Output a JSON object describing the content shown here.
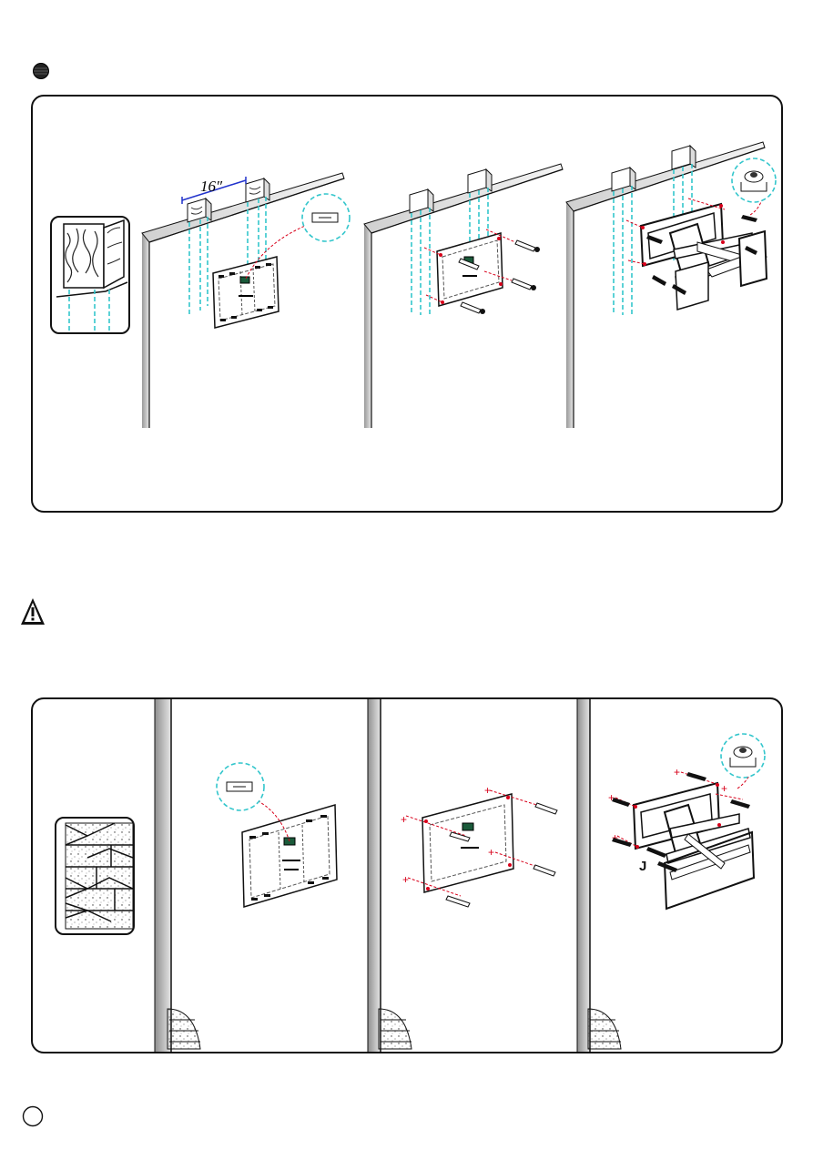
{
  "page": {
    "bullet_icon": "step-bullet-icon",
    "warning_icon": "warning-triangle-icon",
    "page_number_icon": "page-circle-icon"
  },
  "wood_section": {
    "stud_spacing_label": "16″",
    "detail_icon": "wood-stud-detail-icon",
    "steps": [
      {
        "name": "mark-holes",
        "icon": "wall-plate-template-icon"
      },
      {
        "name": "insert-lag-bolts",
        "icon": "lag-bolt-icon"
      },
      {
        "name": "attach-mount",
        "icon": "tv-arm-mount-icon"
      }
    ]
  },
  "brick_section": {
    "detail_icon": "brick-wall-detail-icon",
    "hook_label": "J",
    "steps": [
      {
        "name": "mark-holes",
        "icon": "wall-plate-template-icon"
      },
      {
        "name": "insert-anchors",
        "icon": "anchor-bolt-icon"
      },
      {
        "name": "attach-mount",
        "icon": "tv-arm-mount-icon"
      }
    ]
  },
  "colors": {
    "stud_line": "#33c6cc",
    "marker": "#d8001a",
    "dimension": "#2233cc"
  }
}
